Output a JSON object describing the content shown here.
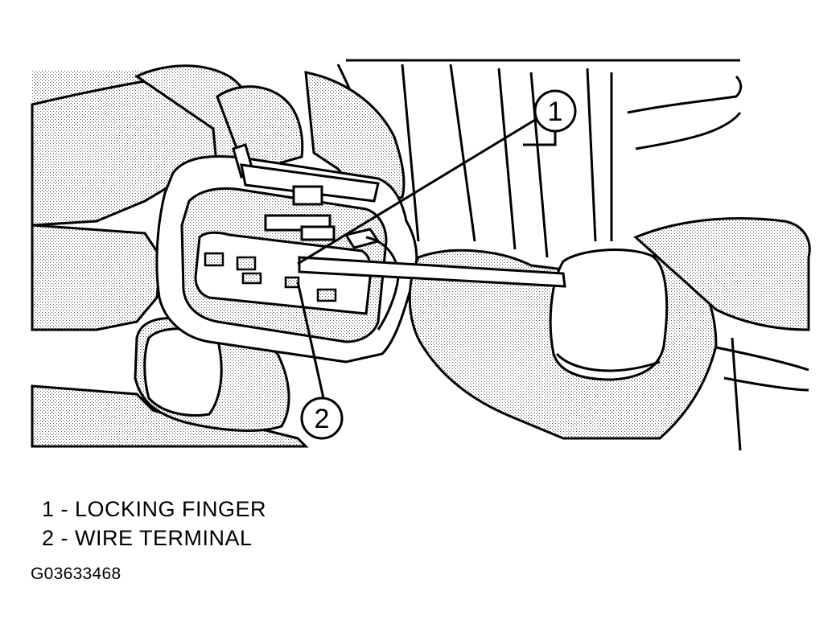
{
  "callouts": [
    {
      "number": "1",
      "label": "LOCKING FINGER"
    },
    {
      "number": "2",
      "label": "WIRE TERMINAL"
    }
  ],
  "legend": [
    {
      "text": "1 - LOCKING FINGER"
    },
    {
      "text": "2 - WIRE TERMINAL"
    }
  ],
  "figure_id": "G03633468",
  "colors": {
    "ink": "#000000",
    "paper": "#ffffff",
    "stipple": "#9a9a9a"
  }
}
